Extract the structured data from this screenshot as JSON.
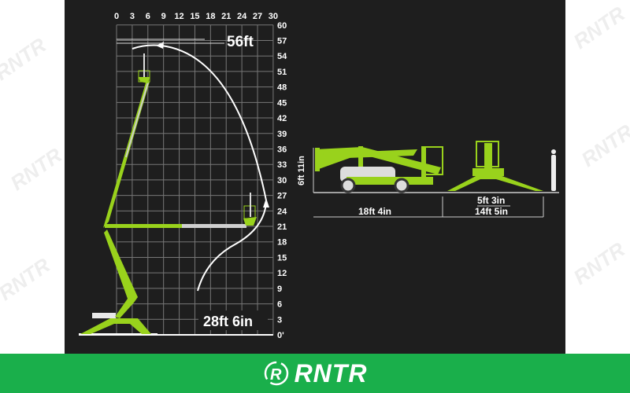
{
  "diagram": {
    "x_axis_ticks": [
      "0",
      "3",
      "6",
      "9",
      "12",
      "15",
      "18",
      "21",
      "24",
      "27",
      "30"
    ],
    "y_axis_ticks": [
      "0'",
      "3",
      "6",
      "9",
      "12",
      "15",
      "18",
      "21",
      "24",
      "27",
      "30",
      "33",
      "36",
      "39",
      "42",
      "45",
      "48",
      "51",
      "54",
      "57",
      "60"
    ],
    "max_height_label": "56ft",
    "max_outreach_label": "28ft 6in",
    "stowed_height_label": "6ft 11in",
    "stowed_length_label": "18ft 4in",
    "stowed_width_label": "5ft 3in",
    "outrigger_span_label": "14ft 5in"
  },
  "colors": {
    "machine": "#99d21c",
    "background": "#1e1e1e",
    "brand": "#1aaf4b"
  },
  "footer": {
    "logo_text": "RNTR"
  },
  "watermark": {
    "text": "RNTR"
  }
}
